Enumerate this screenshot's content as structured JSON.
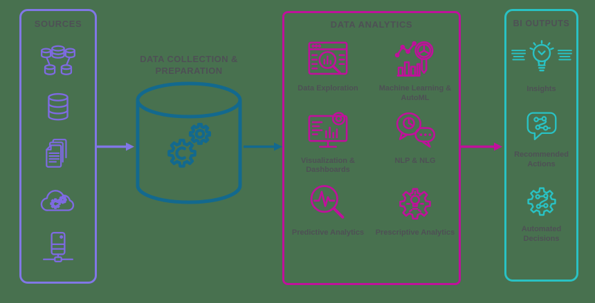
{
  "background_color": "#48714F",
  "palette": {
    "sources_purple": "#7E6AE2",
    "collection_dark_teal": "#13698E",
    "analytics_magenta": "#C0109B",
    "bi_teal": "#29C2C4",
    "label_gray": "#4E5055"
  },
  "sources": {
    "title": "SOURCES",
    "icons": [
      "distributed-database-icon",
      "database-icon",
      "documents-icon",
      "cloud-gears-icon",
      "server-icon"
    ]
  },
  "collection": {
    "title": "DATA COLLECTION & PREPARATION",
    "icon": "database-cylinder-gears-icon"
  },
  "analytics": {
    "title": "DATA ANALYTICS",
    "items": [
      {
        "label": "Data Exploration",
        "icon": "data-exploration-icon"
      },
      {
        "label": "Machine Learning & AutoML",
        "icon": "machine-learning-icon"
      },
      {
        "label": "Visualization & Dashboards",
        "icon": "visualization-dashboards-icon"
      },
      {
        "label": "NLP & NLG",
        "icon": "nlp-nlg-icon"
      },
      {
        "label": "Predictive Analytics",
        "icon": "predictive-analytics-icon"
      },
      {
        "label": "Prescriptive Analytics",
        "icon": "prescriptive-analytics-icon"
      }
    ]
  },
  "bi_outputs": {
    "title": "BI OUTPUTS",
    "items": [
      {
        "label": "Insights",
        "icon": "insights-icon"
      },
      {
        "label": "Recommended Actions",
        "icon": "recommended-actions-icon"
      },
      {
        "label": "Automated Decisions",
        "icon": "automated-decisions-icon"
      }
    ]
  }
}
